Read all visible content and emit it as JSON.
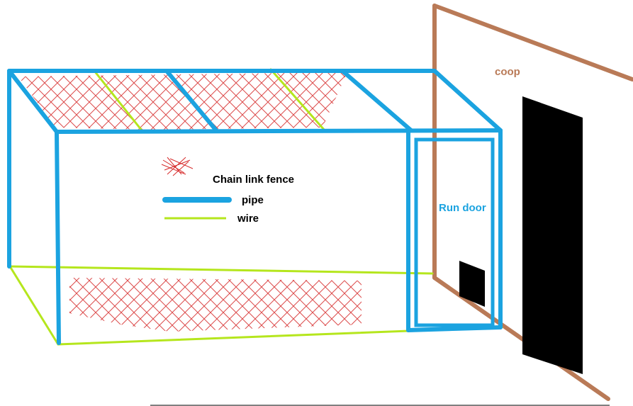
{
  "labels": {
    "coop": "coop",
    "run_door": "Run door"
  },
  "legend": {
    "chain_link": "Chain link fence",
    "pipe": "pipe",
    "wire": "wire"
  },
  "colors": {
    "pipe": "#1ba3e0",
    "wire": "#b5e61d",
    "chain_link": "#d62b2b",
    "coop_wall": "#b97a57",
    "opening": "#000000",
    "text": "#000000",
    "ground": "#000000"
  },
  "icons": {
    "legend_chain_link": "chain-link-swatch",
    "legend_pipe": "pipe-line-swatch",
    "legend_wire": "wire-line-swatch"
  }
}
